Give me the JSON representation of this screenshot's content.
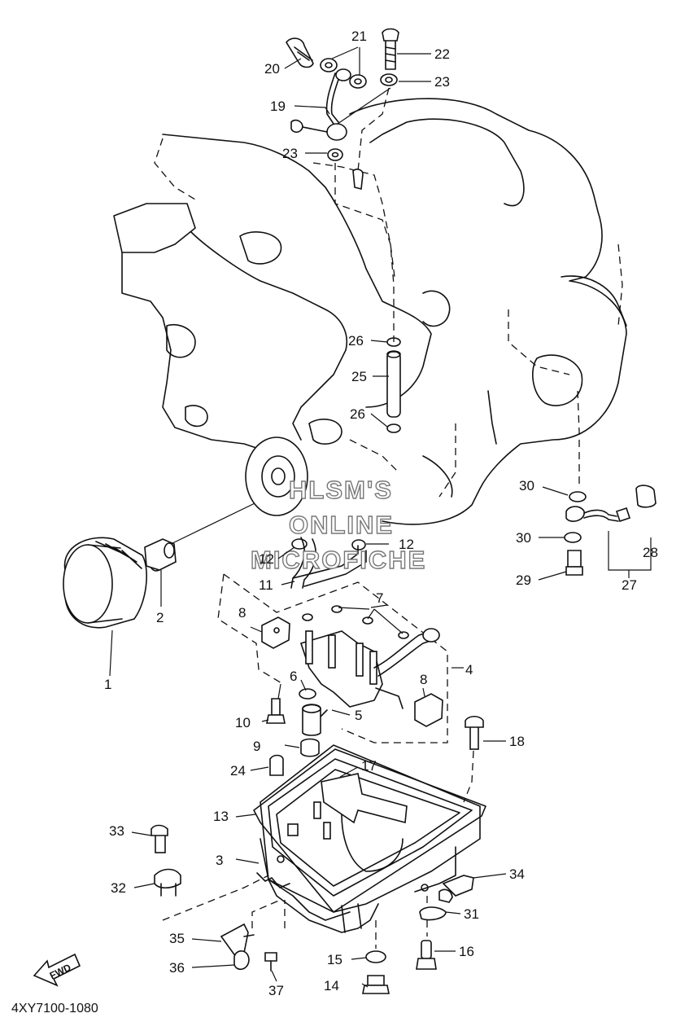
{
  "diagram": {
    "part_code": "4XY7100-1080",
    "forward_arrow_text": "FWD",
    "watermark": [
      "HLSM'S",
      "ONLINE",
      "MICROFICHE"
    ],
    "callouts": [
      "1",
      "2",
      "3",
      "4",
      "5",
      "6",
      "7",
      "8",
      "8",
      "9",
      "10",
      "11",
      "12",
      "12",
      "13",
      "14",
      "15",
      "16",
      "17",
      "18",
      "19",
      "20",
      "21",
      "22",
      "23",
      "23",
      "24",
      "25",
      "26",
      "26",
      "27",
      "28",
      "29",
      "30",
      "30",
      "31",
      "32",
      "33",
      "34",
      "35",
      "36",
      "37"
    ]
  }
}
